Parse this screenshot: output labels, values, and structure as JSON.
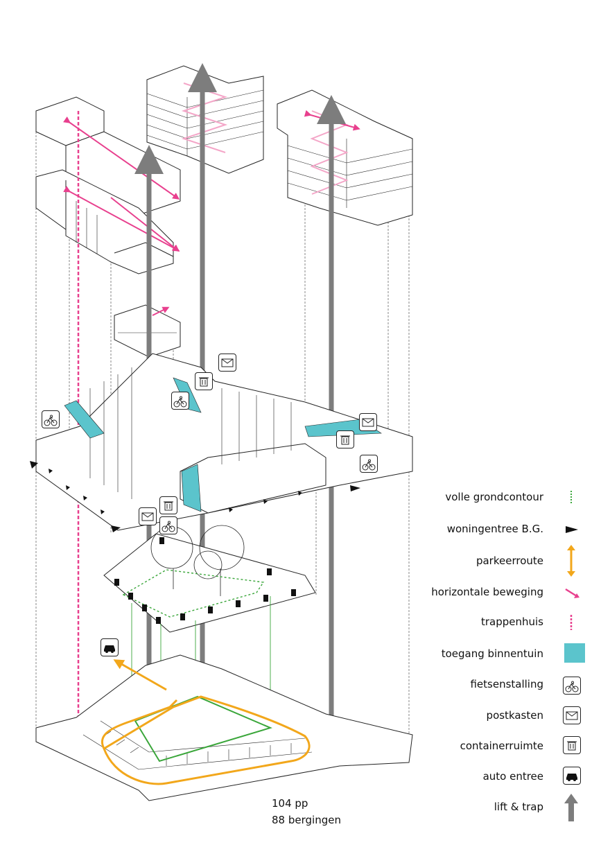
{
  "legend": [
    {
      "label": "volle grondcontour",
      "icon": "green-dotted-line"
    },
    {
      "label": "woningentree B.G.",
      "icon": "black-triangle"
    },
    {
      "label": "parkeerroute",
      "icon": "orange-double-arrow"
    },
    {
      "label": "horizontale beweging",
      "icon": "pink-arrow"
    },
    {
      "label": "trappenhuis",
      "icon": "pink-dashed-line"
    },
    {
      "label": "toegang binnentuin",
      "icon": "teal-square"
    },
    {
      "label": "fietsenstalling",
      "icon": "bike-icon"
    },
    {
      "label": "postkasten",
      "icon": "mail-icon"
    },
    {
      "label": "containerruimte",
      "icon": "trash-icon"
    },
    {
      "label": "auto entree",
      "icon": "car-icon"
    },
    {
      "label": "lift & trap",
      "icon": "grey-arrow"
    }
  ],
  "caption": {
    "line1": "104 pp",
    "line2": "88 bergingen"
  },
  "colors": {
    "pink": "#e8408e",
    "pink_light": "#f4a6c8",
    "teal": "#5bc4cc",
    "orange": "#f2a71b",
    "green": "#3aa63a",
    "grey": "#7d7d7d"
  }
}
